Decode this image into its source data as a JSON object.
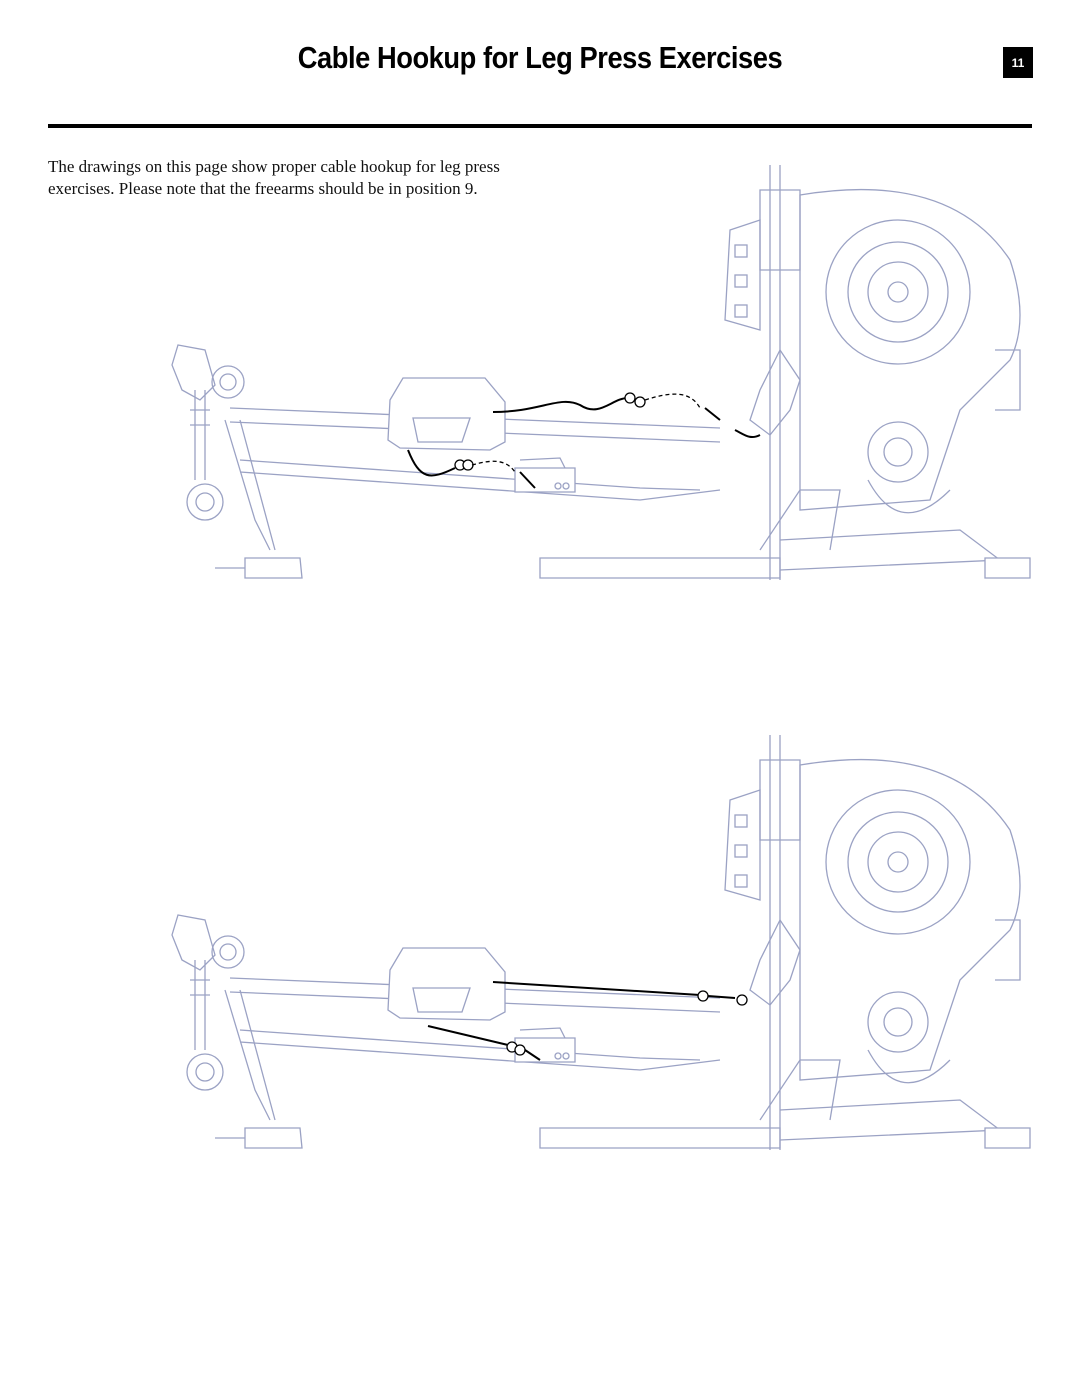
{
  "header": {
    "title": "Cable Hookup for Leg Press Exercises",
    "page_number": "11"
  },
  "intro": {
    "line1": "The drawings on this page show proper cable hookup for leg press",
    "line2": "exercises. Please note that the freearms should be in position 9."
  },
  "illustrations": [
    {
      "name": "machine-cable-unhooked",
      "cables": "dashed arrows toward clips"
    },
    {
      "name": "machine-cable-hooked",
      "cables": "straight lines attached"
    }
  ],
  "colors": {
    "line_art": "#9ba2c4",
    "cable": "#000000",
    "badge_background": "#000000"
  }
}
